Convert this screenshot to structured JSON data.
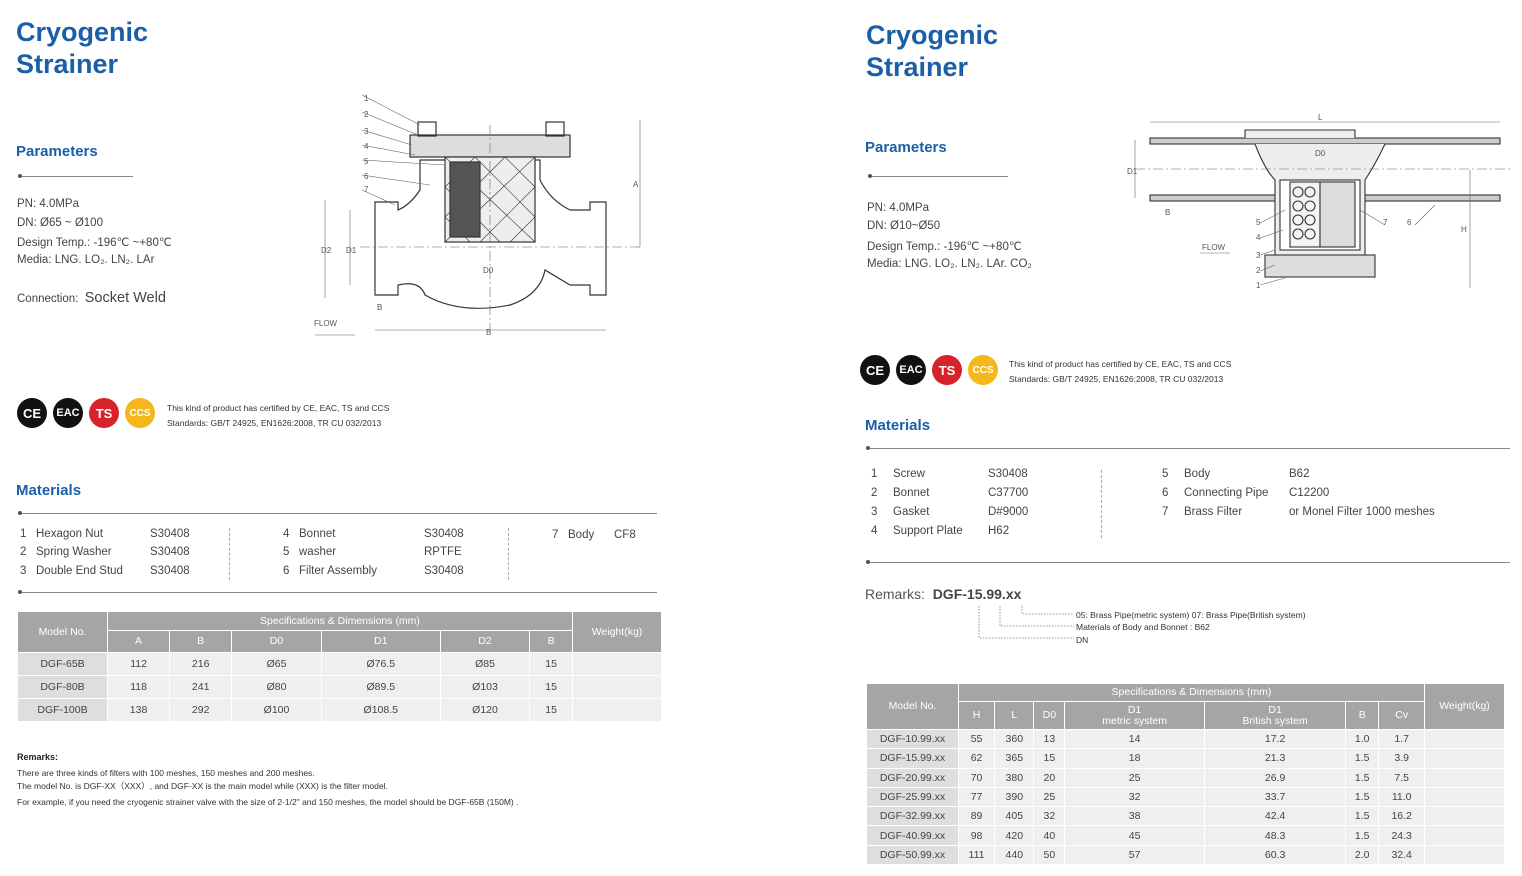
{
  "left": {
    "title_line1": "Cryogenic",
    "title_line2": "Strainer",
    "parameters_heading": "Parameters",
    "params": [
      "PN:  4.0MPa",
      "DN: Ø65 ~ Ø100",
      "Design Temp.:  -196℃ ~+80℃",
      "Media: LNG. LO₂. LN₂. LAr"
    ],
    "connection_label": "Connection:",
    "connection_value": "Socket Weld",
    "certs": [
      "CE",
      "EAC",
      "TS",
      "CCS"
    ],
    "cert_text": "This kind of product has certified by CE, EAC, TS and CCS",
    "standards_text": "Standards:  GB/T 24925, EN1626:2008, TR CU 032/2013",
    "materials_heading": "Materials",
    "materials": [
      {
        "no": "1",
        "name": "Hexagon Nut",
        "mat": "S30408"
      },
      {
        "no": "2",
        "name": "Spring Washer",
        "mat": "S30408"
      },
      {
        "no": "3",
        "name": "Double End Stud",
        "mat": "S30408"
      },
      {
        "no": "4",
        "name": "Bonnet",
        "mat": "S30408"
      },
      {
        "no": "5",
        "name": "washer",
        "mat": "RPTFE"
      },
      {
        "no": "6",
        "name": "Filter Assembly",
        "mat": "S30408"
      },
      {
        "no": "7",
        "name": "Body",
        "mat": "CF8"
      }
    ],
    "drawing": {
      "callouts": [
        "1",
        "2",
        "3",
        "4",
        "5",
        "6",
        "7"
      ],
      "dims": [
        "A",
        "B",
        "D0",
        "D1",
        "D2",
        "B"
      ],
      "flow": "FLOW"
    },
    "table": {
      "model_header": "Model No.",
      "group_header": "Specifications & Dimensions (mm)",
      "weight_header": "Weight(kg)",
      "columns": [
        "A",
        "B",
        "D0",
        "D1",
        "D2",
        "B"
      ],
      "rows": [
        {
          "model": "DGF-65B",
          "cells": [
            "112",
            "216",
            "Ø65",
            "Ø76.5",
            "Ø85",
            "15"
          ]
        },
        {
          "model": "DGF-80B",
          "cells": [
            "118",
            "241",
            "Ø80",
            "Ø89.5",
            "Ø103",
            "15"
          ]
        },
        {
          "model": "DGF-100B",
          "cells": [
            "138",
            "292",
            "Ø100",
            "Ø108.5",
            "Ø120",
            "15"
          ]
        }
      ]
    },
    "remarks_heading": "Remarks:",
    "remarks": [
      "There are three kinds of filters with 100 meshes, 150 meshes and 200 meshes.",
      "The model No. is DGF-XX（XXX）, and DGF-XX is the main model while (XXX) is the filter model.",
      "For example, if you need the cryogenic strainer valve with the size of 2-1/2\" and 150 meshes, the model should be DGF-65B (150M) ."
    ]
  },
  "right": {
    "title_line1": "Cryogenic",
    "title_line2": "Strainer",
    "parameters_heading": "Parameters",
    "params": [
      "PN:  4.0MPa",
      "DN: Ø10~Ø50",
      "Design Temp.:  -196℃ ~+80℃",
      "Media: LNG. LO₂. LN₂. LAr. CO₂"
    ],
    "certs": [
      "CE",
      "EAC",
      "TS",
      "CCS"
    ],
    "cert_text": "This kind of product has certified by CE, EAC, TS and CCS",
    "standards_text": "Standards:  GB/T 24925, EN1626:2008, TR CU 032/2013",
    "materials_heading": "Materials",
    "materials": [
      {
        "no": "1",
        "name": "Screw",
        "mat": "S30408"
      },
      {
        "no": "2",
        "name": "Bonnet",
        "mat": "C37700"
      },
      {
        "no": "3",
        "name": "Gasket",
        "mat": "D#9000"
      },
      {
        "no": "4",
        "name": "Support Plate",
        "mat": "H62"
      },
      {
        "no": "5",
        "name": "Body",
        "mat": "B62"
      },
      {
        "no": "6",
        "name": "Connecting Pipe",
        "mat": "C12200"
      },
      {
        "no": "7",
        "name": "Brass Filter",
        "mat": "or Monel Filter 1000 meshes"
      }
    ],
    "drawing": {
      "callouts": [
        "1",
        "2",
        "3",
        "4",
        "5",
        "6",
        "7"
      ],
      "dims": [
        "L",
        "D0",
        "D1",
        "B",
        "H"
      ],
      "flow": "FLOW"
    },
    "remarks_label": "Remarks:",
    "remarks_model": "DGF-15.99.xx",
    "remarks_notes": [
      "05: Brass Pipe(metric system)   07: Brass Pipe(British system)",
      "Materials of Body and Bonnet : B62",
      "DN"
    ],
    "table": {
      "model_header": "Model No.",
      "group_header": "Specifications & Dimensions (mm)",
      "weight_header": "Weight(kg)",
      "columns": [
        [
          "H",
          ""
        ],
        [
          "L",
          ""
        ],
        [
          "D0",
          ""
        ],
        [
          "D1",
          "metric system"
        ],
        [
          "D1",
          "British system"
        ],
        [
          "B",
          ""
        ],
        [
          "Cv",
          ""
        ]
      ],
      "rows": [
        {
          "model": "DGF-10.99.xx",
          "cells": [
            "55",
            "360",
            "13",
            "14",
            "17.2",
            "1.0",
            "1.7"
          ]
        },
        {
          "model": "DGF-15.99.xx",
          "cells": [
            "62",
            "365",
            "15",
            "18",
            "21.3",
            "1.5",
            "3.9"
          ]
        },
        {
          "model": "DGF-20.99.xx",
          "cells": [
            "70",
            "380",
            "20",
            "25",
            "26.9",
            "1.5",
            "7.5"
          ]
        },
        {
          "model": "DGF-25.99.xx",
          "cells": [
            "77",
            "390",
            "25",
            "32",
            "33.7",
            "1.5",
            "11.0"
          ]
        },
        {
          "model": "DGF-32.99.xx",
          "cells": [
            "89",
            "405",
            "32",
            "38",
            "42.4",
            "1.5",
            "16.2"
          ]
        },
        {
          "model": "DGF-40.99.xx",
          "cells": [
            "98",
            "420",
            "40",
            "45",
            "48.3",
            "1.5",
            "24.3"
          ]
        },
        {
          "model": "DGF-50.99.xx",
          "cells": [
            "111",
            "440",
            "50",
            "57",
            "60.3",
            "2.0",
            "32.4"
          ]
        }
      ]
    }
  },
  "colors": {
    "title": "#1a5fa8",
    "table_header": "#a5a5a5",
    "row": "#efefef",
    "model_cell": "#dedede",
    "ts": "#d6222a",
    "ccs": "#f5b81c"
  }
}
